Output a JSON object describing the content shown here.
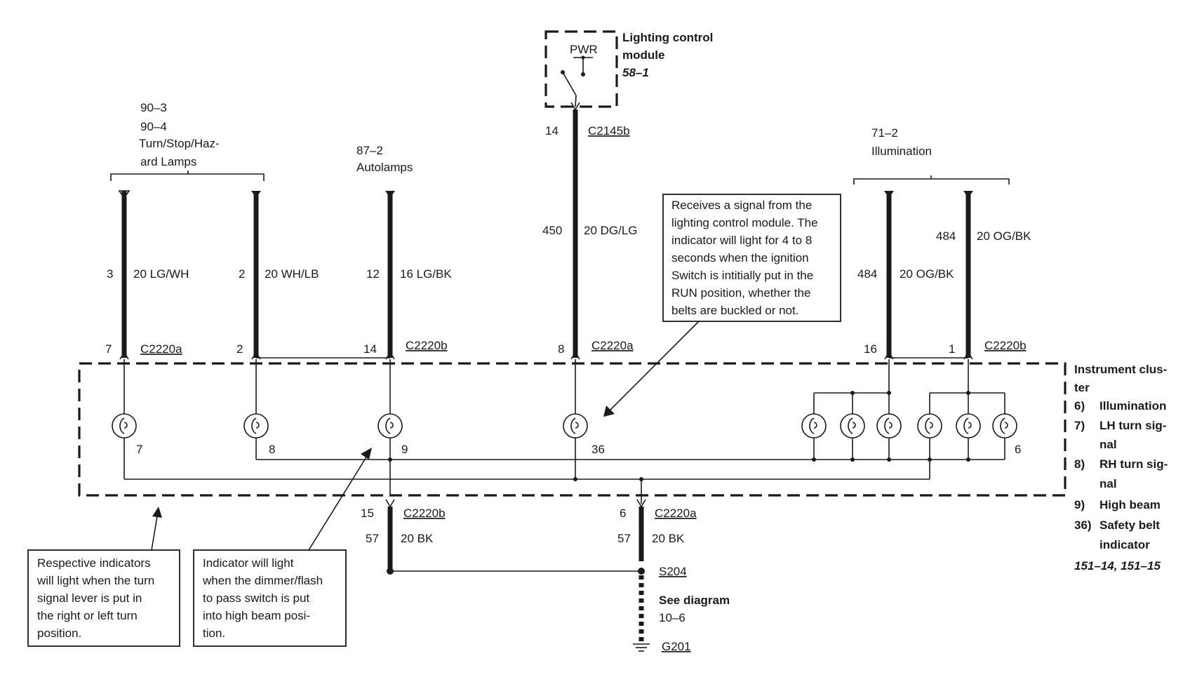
{
  "lcm": {
    "pwr": "PWR",
    "name_line1": "Lighting control",
    "name_line2": "module",
    "ref": "58–1",
    "pin": "14",
    "connector": "C2145b"
  },
  "refs": {
    "turn_ref1": "90–3",
    "turn_ref2": "90–4",
    "turn_name1": "Turn/Stop/Haz-",
    "turn_name2": "ard Lamps",
    "auto_ref": "87–2",
    "auto_name": "Autolamps",
    "illum_ref": "71–2",
    "illum_name": "Illumination"
  },
  "wires": {
    "w1_circuit": "3",
    "w1_code": "20 LG/WH",
    "w2_circuit": "2",
    "w2_code": "20 WH/LB",
    "w3_circuit": "12",
    "w3_code": "16 LG/BK",
    "w4_circuit": "450",
    "w4_code": "20 DG/LG",
    "w5_circuit": "484",
    "w5_code": "20 OG/BK",
    "w6_circuit": "484",
    "w6_code": "20 OG/BK",
    "g1_circuit": "57",
    "g1_code": "20 BK",
    "g2_circuit": "57",
    "g2_code": "20 BK"
  },
  "connectors": {
    "p1_pin": "7",
    "p1_conn": "C2220a",
    "p2_pin": "2",
    "p3_pin": "14",
    "p3_conn": "C2220b",
    "p4_pin": "8",
    "p4_conn": "C2220a",
    "p5_pin": "16",
    "p6_pin": "1",
    "p6_conn": "C2220b",
    "b1_pin": "15",
    "b1_conn": "C2220b",
    "b2_pin": "6",
    "b2_conn": "C2220a"
  },
  "bulbs": {
    "b7": "7",
    "b8": "8",
    "b9": "9",
    "b36": "36",
    "b6": "6"
  },
  "cluster": {
    "title1": "Instrument clus-",
    "title2": "ter",
    "items": [
      {
        "num": "6)",
        "line1": "Illumination",
        "line2": ""
      },
      {
        "num": "7)",
        "line1": "LH turn sig-",
        "line2": "nal"
      },
      {
        "num": "8)",
        "line1": "RH turn sig-",
        "line2": "nal"
      },
      {
        "num": "9)",
        "line1": "High beam",
        "line2": ""
      },
      {
        "num": "36)",
        "line1": "Safety belt",
        "line2": "indicator"
      }
    ],
    "refs": "151–14, 151–15"
  },
  "ground": {
    "splice": "S204",
    "see1": "See diagram",
    "see2": "10–6",
    "ground": "G201"
  },
  "notes": {
    "seatbelt": [
      "Receives a signal from the",
      "lighting control module. The",
      "indicator will light for 4 to 8",
      "seconds when the ignition",
      "Switch is intitially put in the",
      "RUN position, whether the",
      "belts are buckled or not."
    ],
    "turn": [
      "Respective indicators",
      "will light when the turn",
      "signal lever is put in",
      "the right or left turn",
      "position."
    ],
    "highbeam": [
      "Indicator will light",
      "when the dimmer/flash",
      "to pass switch is put",
      "into high beam posi-",
      "tion."
    ]
  }
}
